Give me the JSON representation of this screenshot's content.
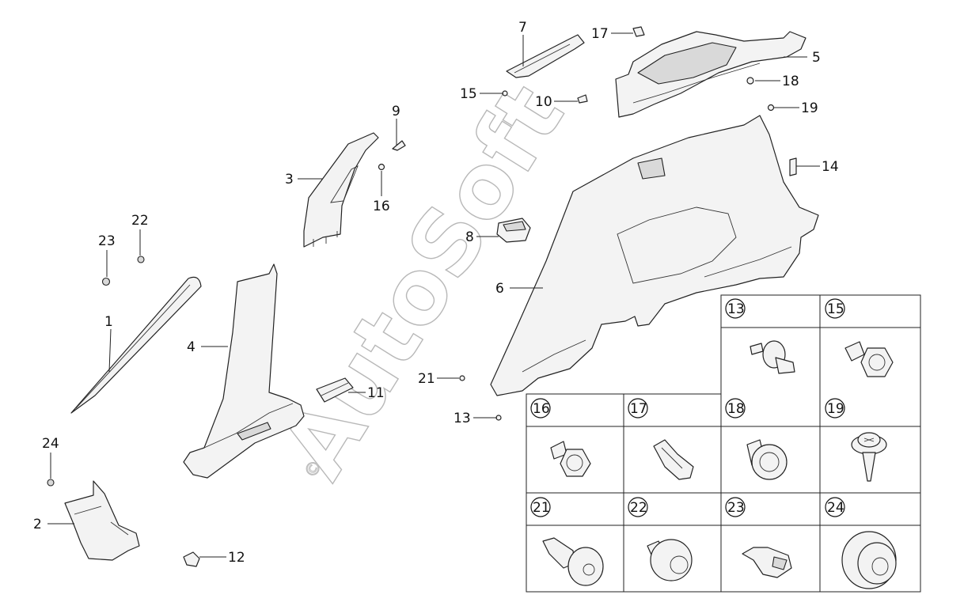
{
  "watermark": {
    "text": "AutoSoft",
    "copyright": "©"
  },
  "callouts": {
    "c1": "1",
    "c2": "2",
    "c3": "3",
    "c4": "4",
    "c5": "5",
    "c6": "6",
    "c7": "7",
    "c8": "8",
    "c9": "9",
    "c10": "10",
    "c11": "11",
    "c12": "12",
    "c13": "13",
    "c14": "14",
    "c15": "15",
    "c16": "16",
    "c17": "17",
    "c18": "18",
    "c19": "19",
    "c21": "21",
    "c22": "22",
    "c23": "23",
    "c24": "24"
  },
  "fastener_table": {
    "cells": [
      "13",
      "15",
      "16",
      "17",
      "18",
      "19",
      "21",
      "22",
      "23",
      "24"
    ]
  }
}
